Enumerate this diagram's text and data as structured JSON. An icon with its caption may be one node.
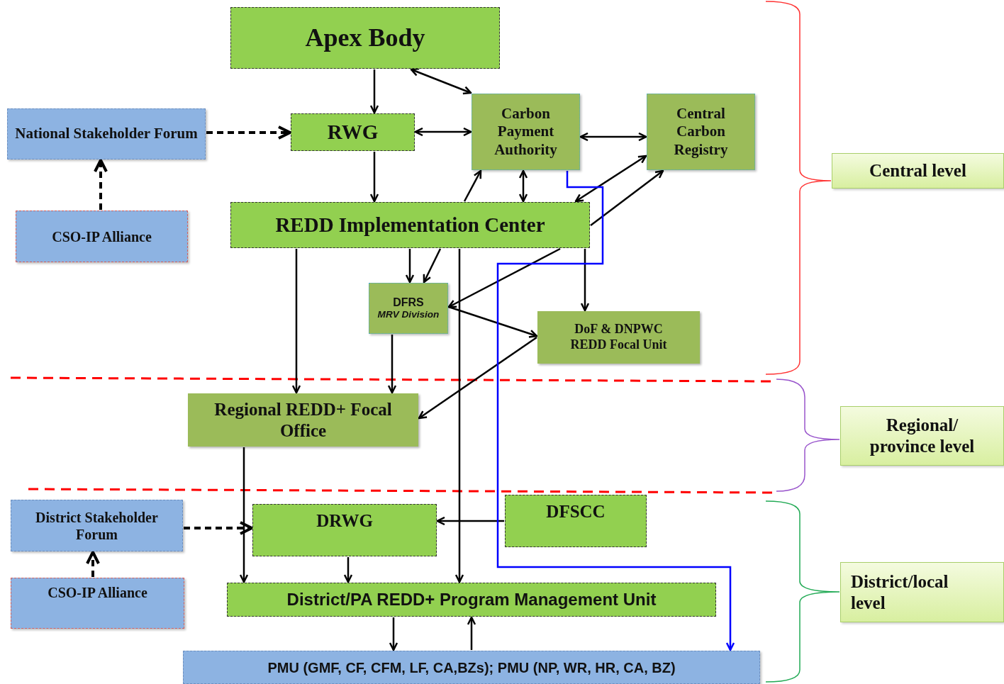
{
  "diagram": {
    "nodes": [
      {
        "text": [
          "Apex Body"
        ]
      },
      {
        "text": [
          "National Stakeholder Forum"
        ]
      },
      {
        "text": [
          "RWG"
        ]
      },
      {
        "text": [
          "Carbon Payment Authority"
        ]
      },
      {
        "text": [
          "Central Carbon Registry"
        ]
      },
      {
        "text": [
          "CSO-IP Alliance"
        ]
      },
      {
        "text": [
          "REDD Implementation Center"
        ]
      },
      {
        "text": [
          "DFRS",
          "MRV Division"
        ]
      },
      {
        "text": [
          "DoF & DNPWC REDD Focal Unit"
        ]
      },
      {
        "text": [
          "Regional REDD+ Focal Office"
        ]
      },
      {
        "text": [
          "District Stakeholder Forum"
        ]
      },
      {
        "text": [
          "DRWG"
        ]
      },
      {
        "text": [
          "DFSCC"
        ]
      },
      {
        "text": [
          "CSO-IP Alliance"
        ]
      },
      {
        "text": [
          "District/PA REDD+ Program Management Unit"
        ]
      },
      {
        "text": [
          "PMU (GMF, CF, CFM, LF, CA,BZs); PMU (NP, WR, HR, CA, BZ)"
        ]
      },
      {
        "text": [
          "Central level"
        ]
      },
      {
        "text": [
          "Regional/ province level"
        ]
      },
      {
        "text": [
          "District/local level"
        ]
      }
    ],
    "edges": [
      {
        "from": 0,
        "to": 2,
        "arrow": "to"
      },
      {
        "from": 0,
        "to": 3,
        "arrow": "both"
      },
      {
        "from": 1,
        "to": 2,
        "arrow": "to",
        "style": "dashed"
      },
      {
        "from": 2,
        "to": 3,
        "arrow": "both"
      },
      {
        "from": 3,
        "to": 4,
        "arrow": "both"
      },
      {
        "from": 5,
        "to": 1,
        "arrow": "to",
        "style": "dashed"
      },
      {
        "from": 2,
        "to": 6,
        "arrow": "to"
      },
      {
        "from": 6,
        "to": 3,
        "arrow": "to"
      },
      {
        "from": 6,
        "to": 3,
        "arrow": "both"
      },
      {
        "from": 4,
        "to": 6,
        "arrow": "both"
      },
      {
        "from": 6,
        "to": 4,
        "arrow": "to"
      },
      {
        "from": 6,
        "to": 7,
        "arrow": "to"
      },
      {
        "from": 6,
        "to": 7,
        "arrow": "to"
      },
      {
        "from": 6,
        "to": 7,
        "arrow": "to"
      },
      {
        "from": 6,
        "to": 8,
        "arrow": "to"
      },
      {
        "from": 6,
        "to": 9,
        "arrow": "to"
      },
      {
        "from": 7,
        "to": 8,
        "arrow": "to"
      },
      {
        "from": 7,
        "to": 9,
        "arrow": "to"
      },
      {
        "from": 8,
        "to": 9,
        "arrow": "to"
      },
      {
        "from": 6,
        "to": 14,
        "arrow": "to"
      },
      {
        "from": 9,
        "to": 14,
        "arrow": "to"
      },
      {
        "from": 10,
        "to": 11,
        "arrow": "to",
        "style": "dashed"
      },
      {
        "from": 13,
        "to": 10,
        "arrow": "to",
        "style": "dashed"
      },
      {
        "from": 12,
        "to": 11,
        "arrow": "to"
      },
      {
        "from": 11,
        "to": 14,
        "arrow": "to"
      },
      {
        "from": 14,
        "to": 15,
        "arrow": "to"
      },
      {
        "from": 15,
        "to": 14,
        "arrow": "to"
      },
      {
        "from": 3,
        "to": 15,
        "arrow": "to",
        "color": "#0000ff"
      }
    ]
  }
}
